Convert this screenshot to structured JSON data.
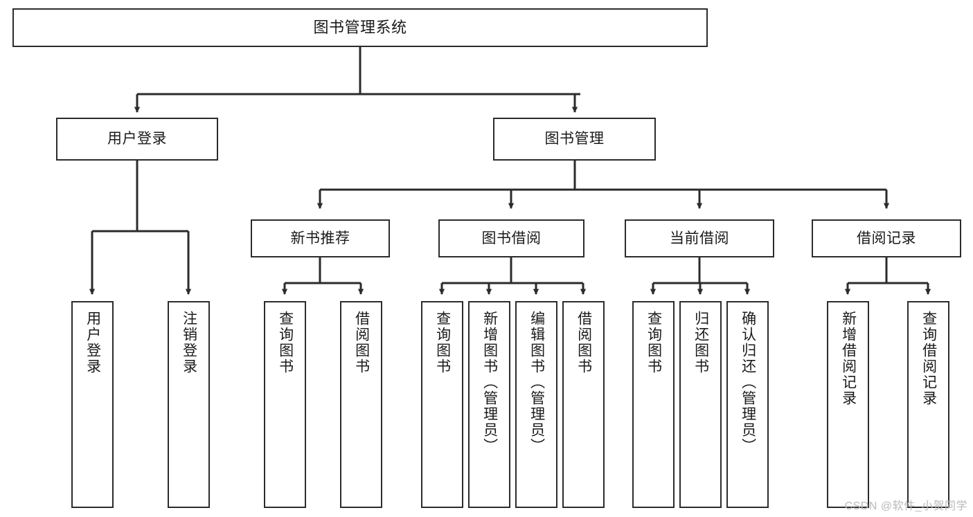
{
  "diagram": {
    "title": "图书管理系统",
    "type": "functional-structure-tree",
    "watermark": "CSDN @软件_小贺同学",
    "colors": {
      "box_border": "#2b2b2b",
      "box_fill": "#ffffff",
      "connector": "#2b2b2b",
      "text": "#1a1a1a",
      "watermark": "#b9b9b9"
    },
    "root": {
      "label": "图书管理系统"
    },
    "level2": [
      {
        "id": "user-login",
        "label": "用户登录"
      },
      {
        "id": "book-manage",
        "label": "图书管理"
      }
    ],
    "level3": [
      {
        "id": "new-book-recommend",
        "label": "新书推荐"
      },
      {
        "id": "book-borrow",
        "label": "图书借阅"
      },
      {
        "id": "current-borrow",
        "label": "当前借阅"
      },
      {
        "id": "borrow-record",
        "label": "借阅记录"
      }
    ],
    "leaves": {
      "user_login": [
        {
          "id": "leaf-user-login",
          "label": "用户登录"
        },
        {
          "id": "leaf-logout-login",
          "label": "注销登录"
        }
      ],
      "new_book_recommend": [
        {
          "id": "leaf-query-book-1",
          "label": "查询图书"
        },
        {
          "id": "leaf-borrow-book-1",
          "label": "借阅图书"
        }
      ],
      "book_borrow": [
        {
          "id": "leaf-query-book-2",
          "label": "查询图书"
        },
        {
          "id": "leaf-add-book",
          "label": "新增图书（管理员）"
        },
        {
          "id": "leaf-edit-book",
          "label": "编辑图书（管理员）"
        },
        {
          "id": "leaf-borrow-book-2",
          "label": "借阅图书"
        }
      ],
      "current_borrow": [
        {
          "id": "leaf-query-book-3",
          "label": "查询图书"
        },
        {
          "id": "leaf-return-book",
          "label": "归还图书"
        },
        {
          "id": "leaf-confirm-return",
          "label": "确认归还（管理员）"
        }
      ],
      "borrow_record": [
        {
          "id": "leaf-add-record",
          "label": "新增借阅记录"
        },
        {
          "id": "leaf-query-record",
          "label": "查询借阅记录"
        }
      ]
    }
  }
}
